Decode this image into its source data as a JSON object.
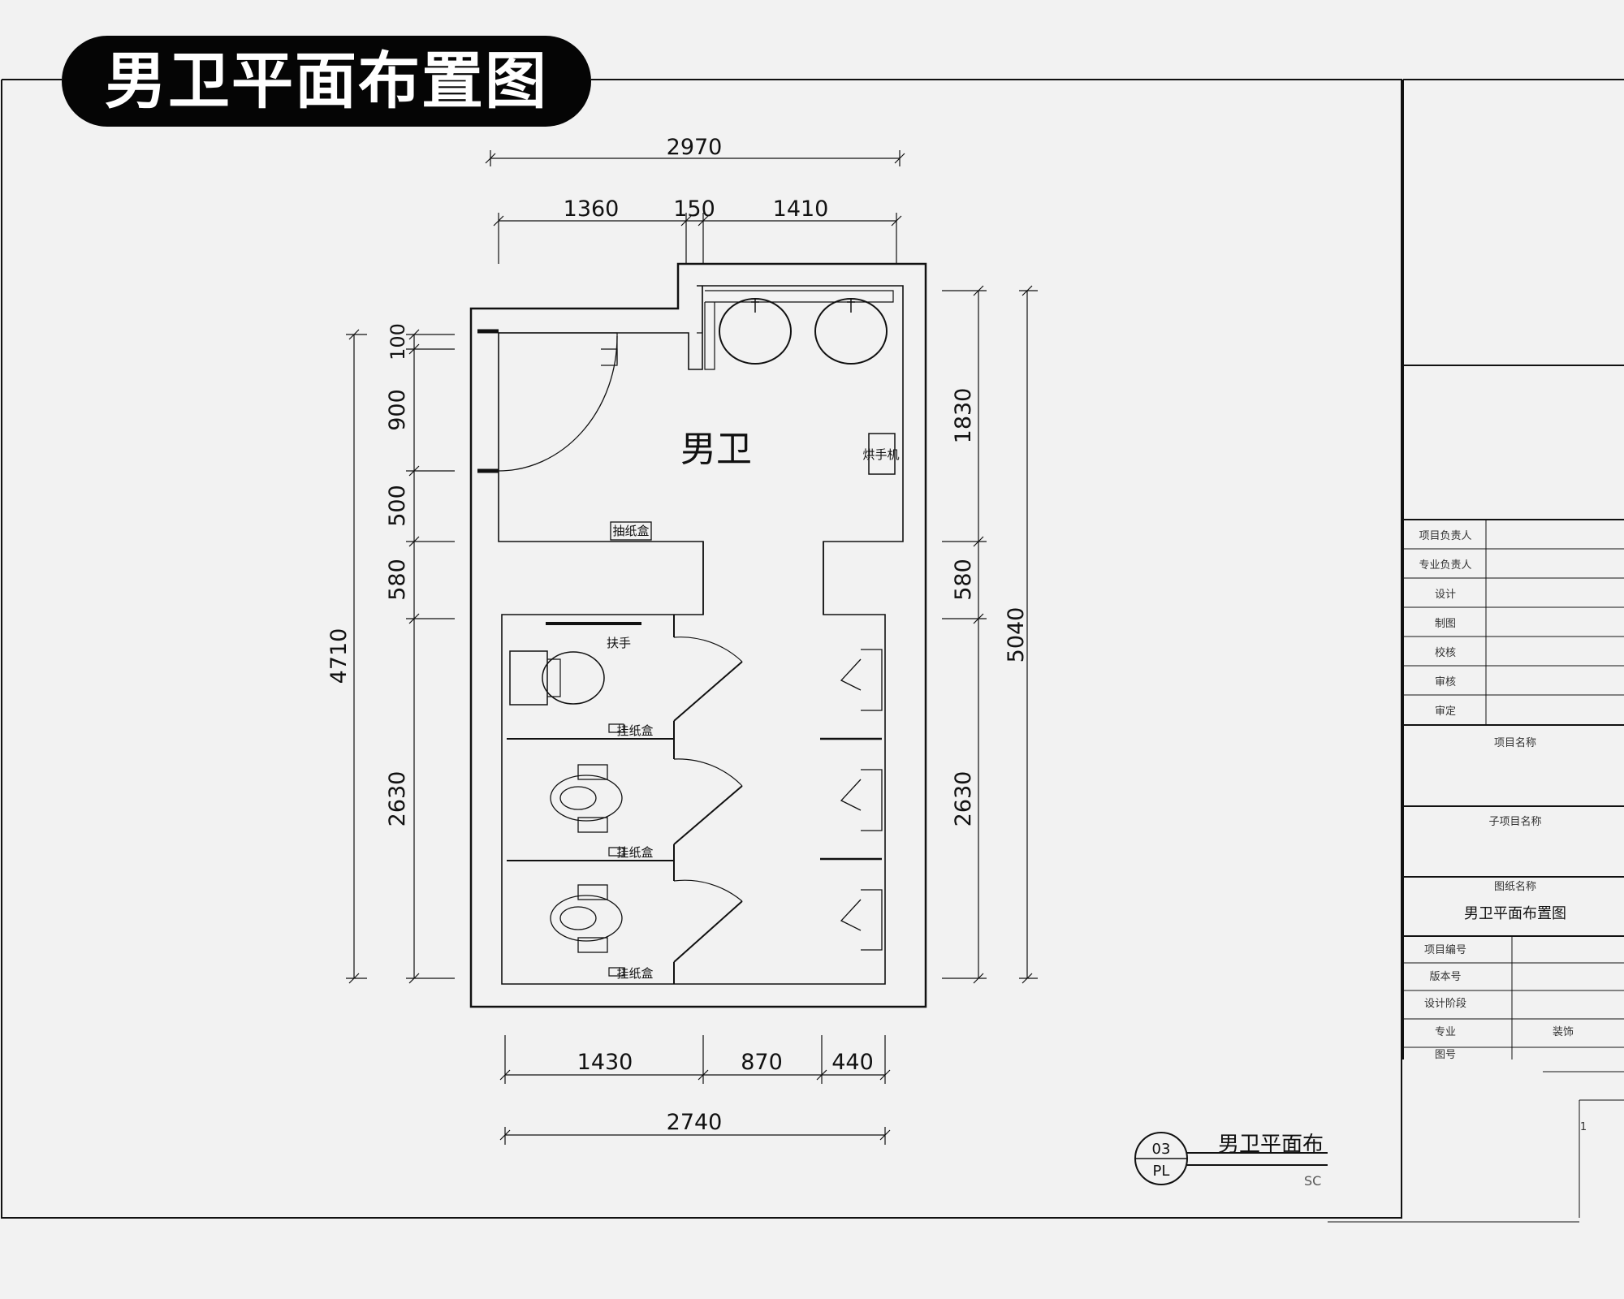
{
  "banner": {
    "title": "男卫平面布置图"
  },
  "plan": {
    "room_label": "男卫",
    "dimensions": {
      "top_overall": "2970",
      "top_left": "1360",
      "top_mid": "150",
      "top_right": "1410",
      "left_overall": "4710",
      "left_1": "100",
      "left_2": "900",
      "left_3": "500",
      "left_4": "580",
      "left_5": "2630",
      "right_overall": "5040",
      "right_1": "1830",
      "right_2": "580",
      "right_3": "2630",
      "bottom_1": "1430",
      "bottom_2": "870",
      "bottom_3": "440",
      "bottom_overall": "2740"
    },
    "fixtures": {
      "hand_dryer": "烘手机",
      "tissue_box": "抽纸盒",
      "handrail": "扶手",
      "paper_holder_1": "挂纸盒",
      "paper_holder_2": "挂纸盒",
      "paper_holder_3": "挂纸盒"
    }
  },
  "drawing_tag": {
    "number": "03",
    "sheet": "PL",
    "title": "男卫平面布",
    "scale": "SC"
  },
  "title_block": {
    "rows": [
      "项目负责人",
      "专业负责人",
      "设计",
      "制图",
      "校核",
      "审核",
      "审定"
    ],
    "project_name": "项目名称",
    "subproject_name": "子项目名称",
    "drawing_name_label": "图纸名称",
    "drawing_name": "男卫平面布置图",
    "meta_rows": [
      "项目编号",
      "版本号",
      "设计阶段",
      "专业",
      "图号"
    ],
    "discipline_value": "装饰",
    "page": "1"
  }
}
